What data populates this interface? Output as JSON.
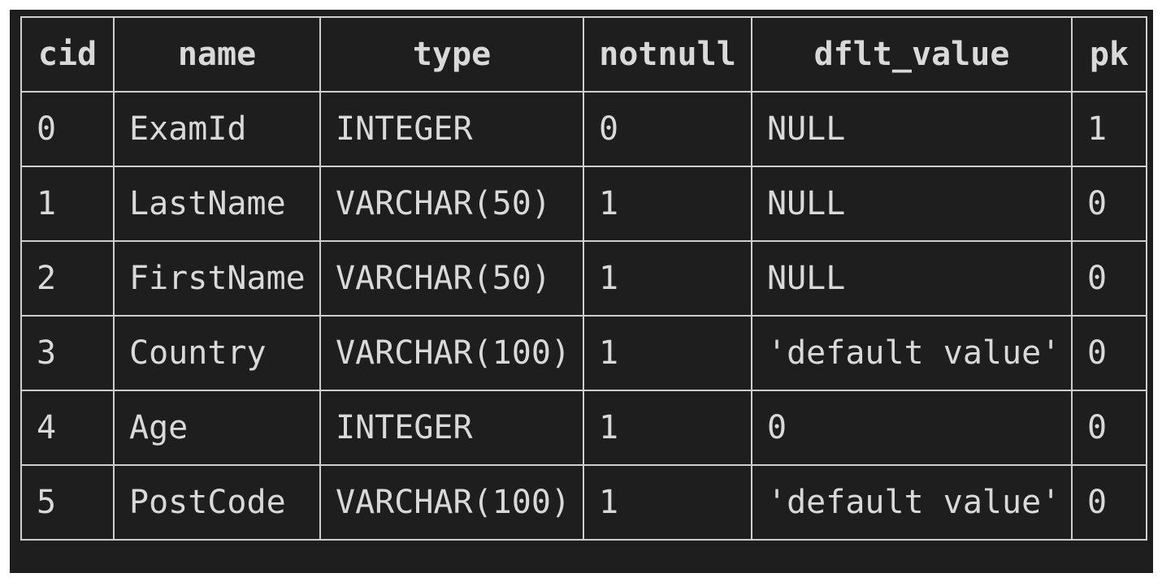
{
  "table": {
    "columns": [
      "cid",
      "name",
      "type",
      "notnull",
      "dflt_value",
      "pk"
    ],
    "rows": [
      [
        "0",
        "ExamId",
        "INTEGER",
        "0",
        "NULL",
        "1"
      ],
      [
        "1",
        "LastName",
        "VARCHAR(50)",
        "1",
        "NULL",
        "0"
      ],
      [
        "2",
        "FirstName",
        "VARCHAR(50)",
        "1",
        "NULL",
        "0"
      ],
      [
        "3",
        "Country",
        "VARCHAR(100)",
        "1",
        "'default value'",
        "0"
      ],
      [
        "4",
        "Age",
        "INTEGER",
        "1",
        "0",
        "0"
      ],
      [
        "5",
        "PostCode",
        "VARCHAR(100)",
        "1",
        "'default value'",
        "0"
      ]
    ]
  },
  "colors": {
    "background": "#1e1e1e",
    "text": "#d9d9d9",
    "grid": "#cfcfcf"
  }
}
